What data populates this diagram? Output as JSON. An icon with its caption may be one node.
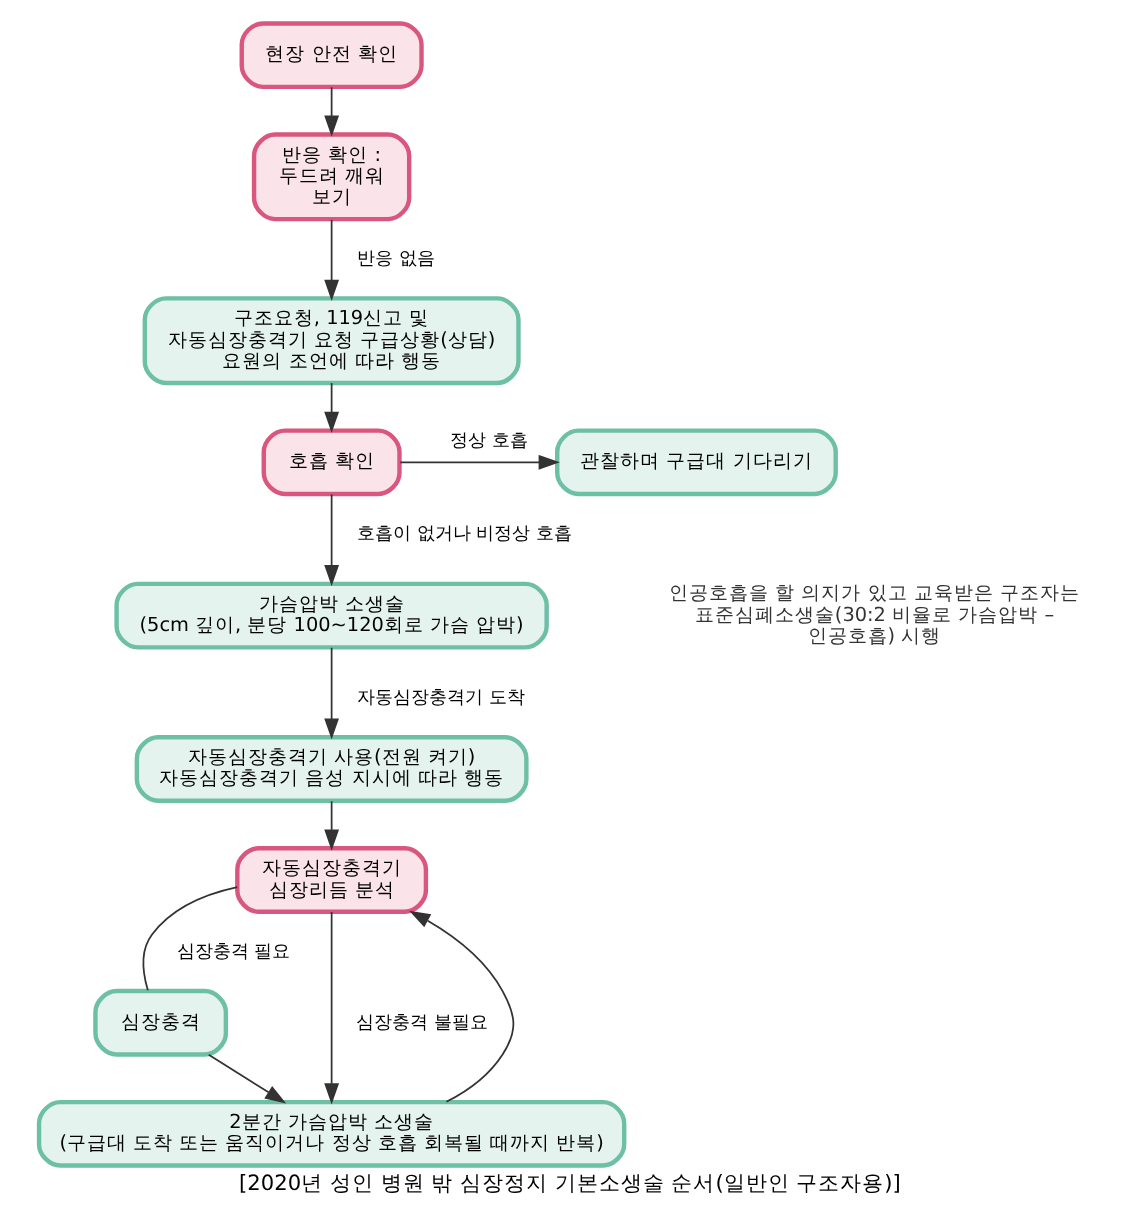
{
  "diagram": {
    "caption": "[2020년 성인 병원 밖 심장정지 기본소생술 순서(일반인 구조자용)]",
    "nodes": [
      {
        "text": [
          "현장 안전 확인"
        ]
      },
      {
        "text": [
          "반응 확인 : 두드려 깨워 보기"
        ]
      },
      {
        "text": [
          "구조요청, 119신고 및 자동심장충격기 요청 구급상황(상담) 요원의 조언에 따라 행동"
        ]
      },
      {
        "text": [
          "호흡 확인"
        ]
      },
      {
        "text": [
          "관찰하며 구급대 기다리기"
        ]
      },
      {
        "text": [
          "가슴압박 소생술",
          "(5cm 깊이, 분당 100~120회로 가슴 압박)"
        ]
      },
      {
        "text": [
          "자동심장충격기 사용(전원 켜기) 자동심장충격기 음성 지시에 따라 행동"
        ]
      },
      {
        "text": [
          "자동심장충격기 심장리듬 분석"
        ]
      },
      {
        "text": [
          "심장충격"
        ]
      },
      {
        "text": [
          "2분간 가슴압박 소생술",
          "(구급대 도착 또는 움직이거나 정상 호흡 회복될 때까지 반복)"
        ]
      }
    ],
    "edges": [
      {
        "from": 0,
        "to": 1,
        "arrow": "to"
      },
      {
        "from": 1,
        "to": 2,
        "arrow": "to",
        "label": "반응 없음"
      },
      {
        "from": 2,
        "to": 3,
        "arrow": "to"
      },
      {
        "from": 3,
        "to": 4,
        "arrow": "to",
        "label": "정상 호흡"
      },
      {
        "from": 3,
        "to": 5,
        "arrow": "to",
        "label": "호흡이 없거나 비정상 호흡"
      },
      {
        "from": 5,
        "to": 6,
        "arrow": "to",
        "label": "자동심장충격기 도착"
      },
      {
        "from": 6,
        "to": 7,
        "arrow": "to"
      },
      {
        "from": 7,
        "to": 8,
        "arrow": "none",
        "label": "심장충격 필요"
      },
      {
        "from": 8,
        "to": 9,
        "arrow": "to"
      },
      {
        "from": 7,
        "to": 9,
        "arrow": "to",
        "label": "심장충격 불필요"
      },
      {
        "from": 9,
        "to": 7,
        "arrow": "to"
      }
    ],
    "labels": [
      "인공호흡을 할 의지가 있고 교육받은 구조자는 표준심폐소생술(30:2 비율로 가슴압박 – 인공호흡) 시행"
    ]
  }
}
